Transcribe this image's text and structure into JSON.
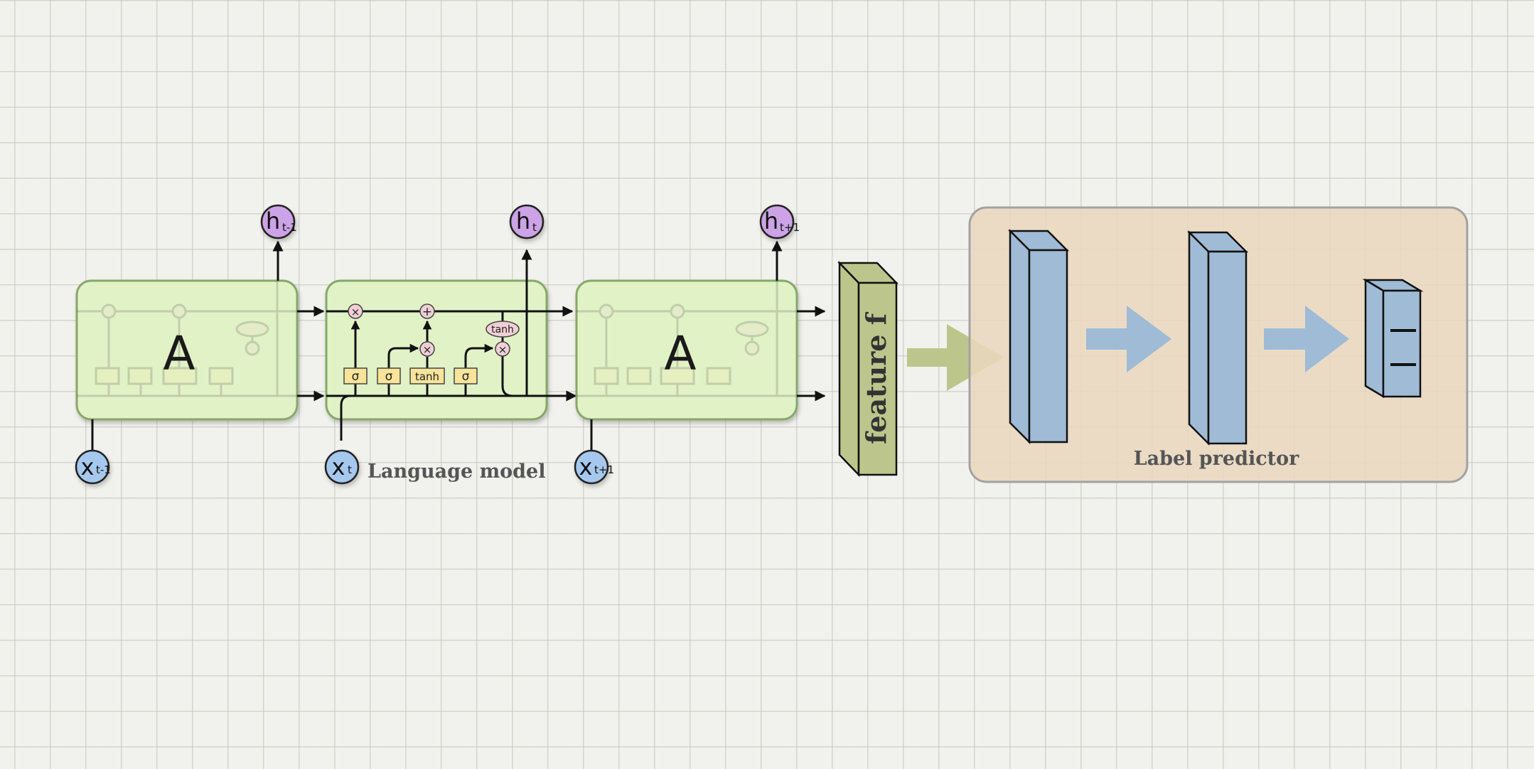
{
  "cells": {
    "left_label": "A",
    "right_label": "A"
  },
  "gates": {
    "multiply": "×",
    "add": "+",
    "sigma": "σ",
    "tanh": "tanh"
  },
  "outputs": [
    {
      "main": "h",
      "sub": "t-1"
    },
    {
      "main": "h",
      "sub": "t"
    },
    {
      "main": "h",
      "sub": "t+1"
    }
  ],
  "inputs": [
    {
      "main": "x",
      "sub": "t-1"
    },
    {
      "main": "x",
      "sub": "t"
    },
    {
      "main": "x",
      "sub": "t+1"
    }
  ],
  "labels": {
    "language_model": "Language model",
    "feature": "feature f",
    "label_predictor": "Label predictor"
  },
  "colors": {
    "cell_fill": "#e1f2c7",
    "cell_stroke": "#86a86a",
    "gate_fill": "#f9e49a",
    "pointwise_fill": "#f0cfd6",
    "output_fill": "#cca3e6",
    "input_fill": "#a7c8ee",
    "feature_fill": "#bcc68c",
    "arrow_green": "#bcc68c",
    "predictor_bg": "#ead7bd",
    "layer_fill": "#9fbbd5",
    "arrow_blue": "#9fbbd5"
  }
}
